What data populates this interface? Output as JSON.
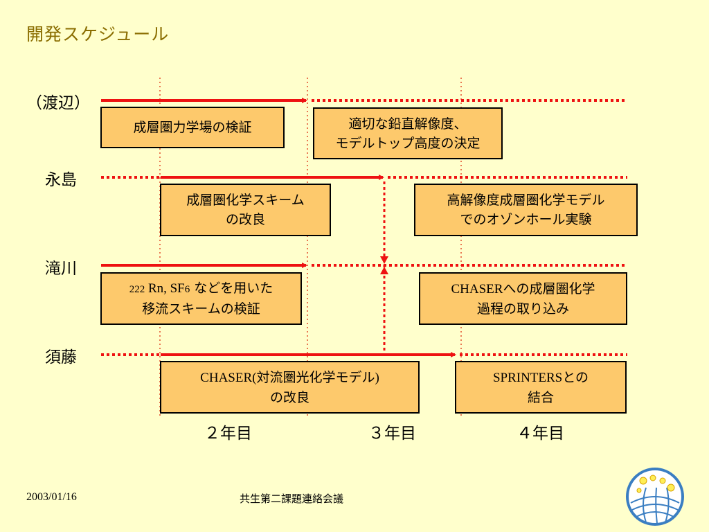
{
  "title": "開発スケジュール",
  "people": {
    "watanabe": "（渡辺）",
    "nagashima": "永島",
    "takigawa": "滝川",
    "sudo": "須藤"
  },
  "tasks": {
    "t1": "成層圏力学場の検証",
    "t2_line1": "適切な鉛直解像度、",
    "t2_line2": "モデルトップ高度の決定",
    "t3_line1": "成層圏化学スキーム",
    "t3_line2": "の改良",
    "t4_line1": "高解像度成層圏化学モデル",
    "t4_line2": "でのオゾンホール実験",
    "t5_num": "222",
    "t5_rn": " Rn, SF",
    "t5_sub": "6",
    "t5_rest": " などを用いた",
    "t5_line2": "移流スキームの検証",
    "t6_chaser": "CHASER",
    "t6_rest": "への成層圏化学",
    "t6_line2": "過程の取り込み",
    "t7_chaser": "CHASER(",
    "t7_rest": "対流圏光化学モデル",
    "t7_close": ")",
    "t7_line2": "の改良",
    "t8_sprint": "SPRINTERS",
    "t8_rest": "との",
    "t8_line2": "結合"
  },
  "years": {
    "y2": "２年目",
    "y3": "３年目",
    "y4": "４年目"
  },
  "footer": {
    "date": "2003/01/16",
    "meeting": "共生第二課題連絡会議"
  },
  "colors": {
    "background": "#ffffcc",
    "title": "#8a6d00",
    "task_fill": "#fdc96c",
    "arrow": "#ee1111",
    "divider": "#e24a2a"
  }
}
